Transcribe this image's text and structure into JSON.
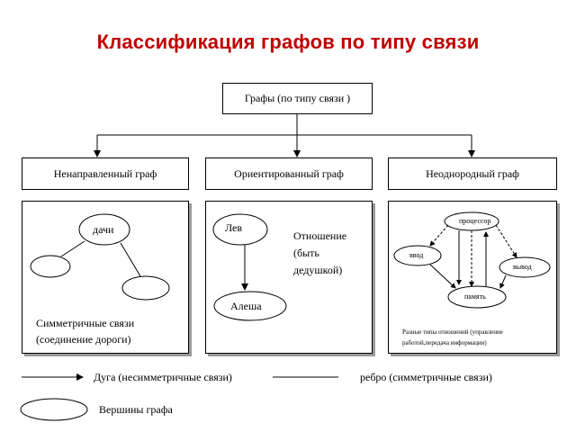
{
  "title": "Классификация графов по типу связи",
  "root_box": "Графы (по типу связи )",
  "categories": [
    "Ненаправленный граф",
    "Ориентированный граф",
    "Неоднородный граф"
  ],
  "panel1": {
    "node_label": "дачи",
    "caption_line1": "Симметричные связи",
    "caption_line2": "(соединение дороги)"
  },
  "panel2": {
    "node_top": "Лев",
    "node_bottom": "Алеша",
    "relation_line1": "Отношение",
    "relation_line2": "(быть",
    "relation_line3": "дедушкой)"
  },
  "panel3": {
    "node_processor": "процессор",
    "node_io": "ввод",
    "node_output": "вывод",
    "node_memory": "память",
    "caption_line1": "Разные типы отношений (управление",
    "caption_line2": "работой,передача информации)"
  },
  "legend": {
    "arc": "Дуга (несимметричные связи)",
    "edge": "ребро (симметричные связи)",
    "vertices": "Вершины графа"
  },
  "colors": {
    "title": "#c00000",
    "line": "#000000",
    "shadow": "#9a9a9a"
  }
}
